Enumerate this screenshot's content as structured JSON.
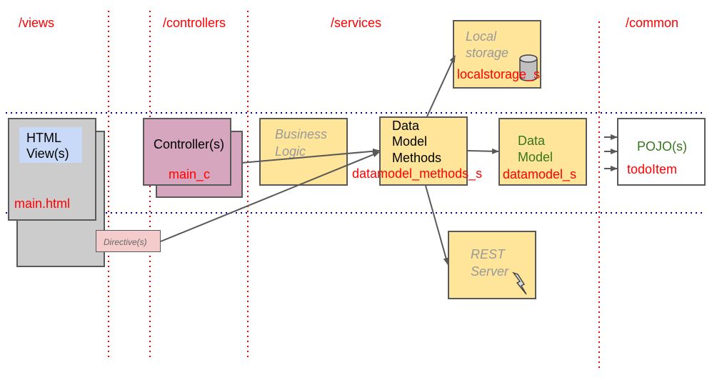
{
  "headers": {
    "views": "/views",
    "controllers": "/controllers",
    "services": "/services",
    "common": "/common"
  },
  "nodes": {
    "html_view": {
      "label_line1": "HTML",
      "label_line2": "View(s)",
      "file": "main.html"
    },
    "directive": {
      "label": "Directive(s)"
    },
    "controller": {
      "label": "Controller(s)",
      "file": "main_c"
    },
    "business_logic": {
      "label_line1": "Business",
      "label_line2": "Logic"
    },
    "datamodel_methods": {
      "label_line1": "Data",
      "label_line2": "Model",
      "label_line3": "Methods",
      "file": "datamodel_methods_s"
    },
    "local_storage": {
      "label_line1": "Local",
      "label_line2": "storage",
      "file": "localstorage_s"
    },
    "data_model": {
      "label_line1": "Data",
      "label_line2": "Model",
      "file": "datamodel_s"
    },
    "rest_server": {
      "label_line1": "REST",
      "label_line2": "Server"
    },
    "pojo": {
      "label": "POJO(s)",
      "file": "todoItem"
    }
  },
  "colors": {
    "header_text": "#ff0000",
    "lane_divider": "#ff0000",
    "row_divider": "#0000cc",
    "service_box": "#ffe599",
    "view_box": "#cccccc",
    "controller_box": "#d5a6bd",
    "directive_box": "#f4cccc"
  }
}
